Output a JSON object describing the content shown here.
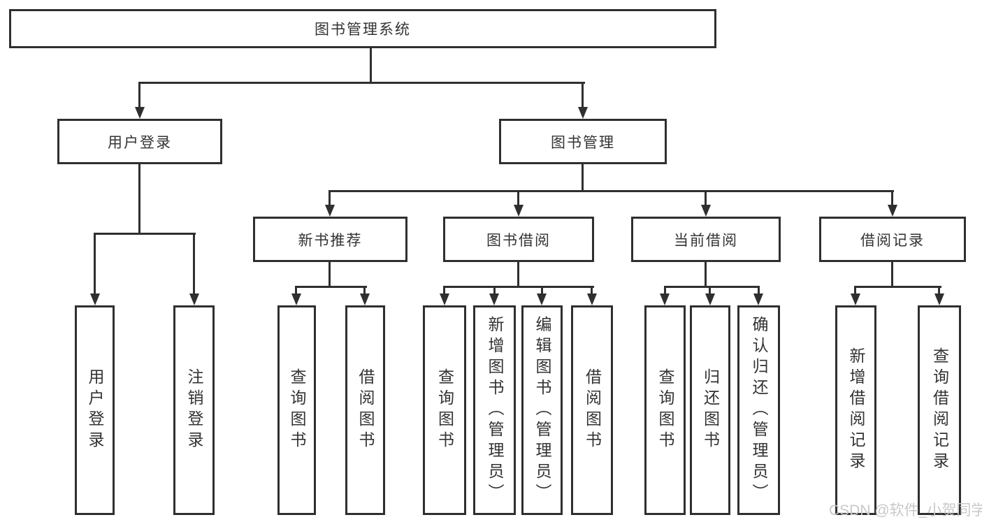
{
  "colors": {
    "line": "#2f2f2f",
    "text": "#333333",
    "box_background": "#ffffff",
    "page_background": "#ffffff",
    "watermark": "#c8c8c8"
  },
  "watermark": {
    "label": "CSDN @软件_小贺同学"
  },
  "diagram": {
    "root": {
      "label": "图书管理系统",
      "children": [
        {
          "label": "用户登录",
          "children": [
            {
              "label": "用户登录"
            },
            {
              "label": "注销登录"
            }
          ]
        },
        {
          "label": "图书管理",
          "children": [
            {
              "label": "新书推荐",
              "children": [
                {
                  "label": "查询图书"
                },
                {
                  "label": "借阅图书"
                }
              ]
            },
            {
              "label": "图书借阅",
              "children": [
                {
                  "label": "查询图书"
                },
                {
                  "label": "新增图书（管理员）"
                },
                {
                  "label": "编辑图书（管理员）"
                },
                {
                  "label": "借阅图书"
                }
              ]
            },
            {
              "label": "当前借阅",
              "children": [
                {
                  "label": "查询图书"
                },
                {
                  "label": "归还图书"
                },
                {
                  "label": "确认归还（管理员）"
                }
              ]
            },
            {
              "label": "借阅记录",
              "children": [
                {
                  "label": "新增借阅记录"
                },
                {
                  "label": "查询借阅记录"
                }
              ]
            }
          ]
        }
      ]
    }
  }
}
